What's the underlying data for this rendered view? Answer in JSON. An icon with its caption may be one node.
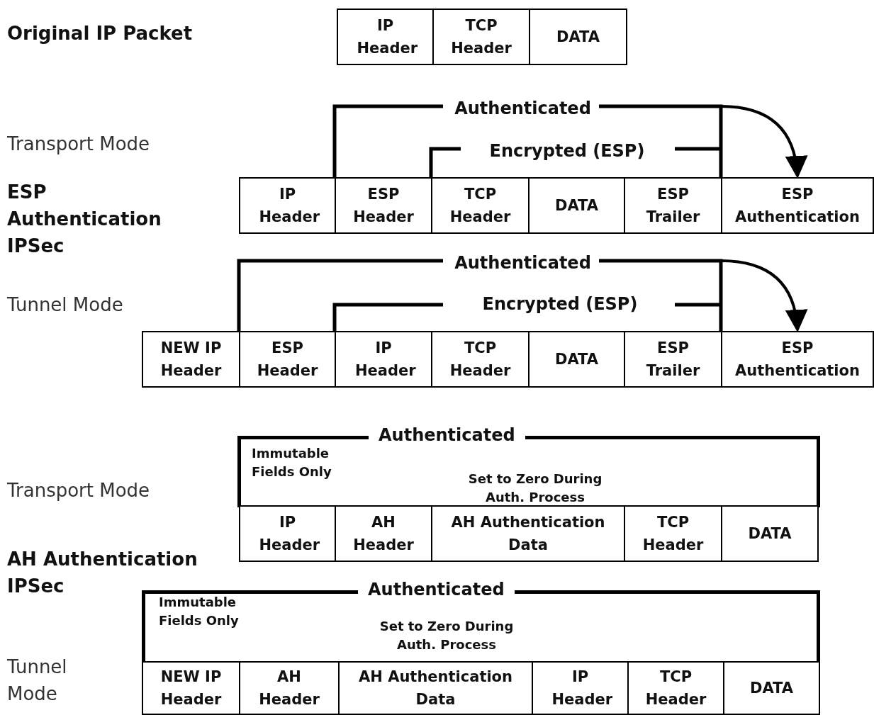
{
  "diagram": {
    "nodes": [
      {
        "text": [
          "IP Header"
        ]
      },
      {
        "text": [
          "TCP Header"
        ]
      },
      {
        "text": [
          "DATA"
        ]
      },
      {
        "text": [
          "IP Header"
        ]
      },
      {
        "text": [
          "ESP Header"
        ]
      },
      {
        "text": [
          "TCP Header"
        ]
      },
      {
        "text": [
          "DATA"
        ]
      },
      {
        "text": [
          "ESP Trailer"
        ]
      },
      {
        "text": [
          "ESP Authentication"
        ]
      },
      {
        "text": [
          "NEW IP Header"
        ]
      },
      {
        "text": [
          "ESP Header"
        ]
      },
      {
        "text": [
          "IP Header"
        ]
      },
      {
        "text": [
          "TCP Header"
        ]
      },
      {
        "text": [
          "DATA"
        ]
      },
      {
        "text": [
          "ESP Trailer"
        ]
      },
      {
        "text": [
          "ESP Authentication"
        ]
      },
      {
        "text": [
          "Authenticated",
          "Immutable Fields Only",
          "Set to Zero During Auth. Process"
        ]
      },
      {
        "text": [
          "IP Header"
        ]
      },
      {
        "text": [
          "AH Header"
        ]
      },
      {
        "text": [
          "AH Authentication Data"
        ]
      },
      {
        "text": [
          "TCP Header"
        ]
      },
      {
        "text": [
          "DATA"
        ]
      },
      {
        "text": [
          "Authenticated",
          "Immutable Fields Only",
          "Set to Zero During Auth. Process"
        ]
      },
      {
        "text": [
          "NEW IP Header"
        ]
      },
      {
        "text": [
          "AH Header"
        ]
      },
      {
        "text": [
          "AH Authentication Data"
        ]
      },
      {
        "text": [
          "IP Header"
        ]
      },
      {
        "text": [
          "TCP Header"
        ]
      },
      {
        "text": [
          "DATA"
        ]
      }
    ],
    "edges": [
      {
        "from": null,
        "to": 8,
        "arrow": "to"
      },
      {
        "from": null,
        "to": 15,
        "arrow": "to"
      }
    ],
    "labels": [
      "Original IP Packet",
      "Authenticated",
      "Transport Mode",
      "Encrypted (ESP)",
      "ESP Authentication IPSec",
      "Authenticated",
      "Tunnel Mode",
      "Encrypted (ESP)",
      "Transport Mode",
      "AH Authentication IPSec",
      "Tunnel Mode"
    ]
  }
}
